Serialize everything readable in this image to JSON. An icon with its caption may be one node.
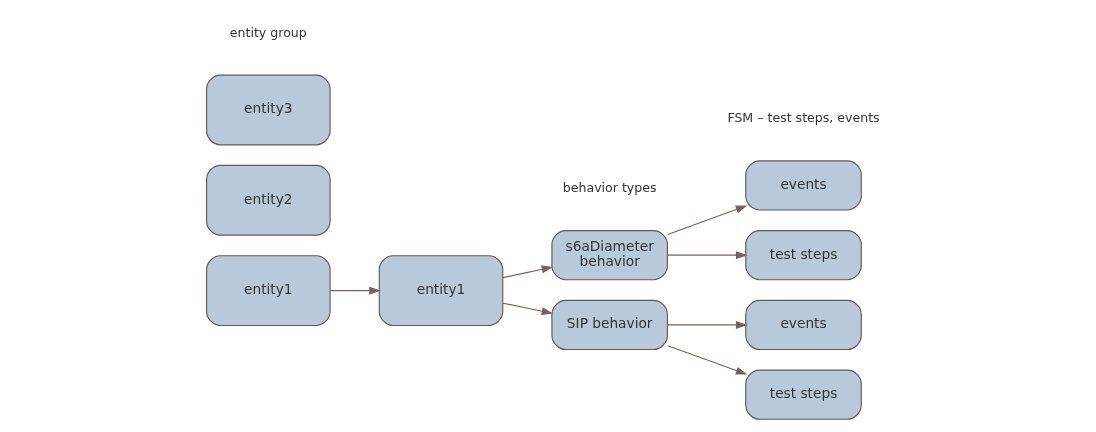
{
  "diagram": {
    "nodes": [
      {
        "text": [
          "entity1"
        ]
      },
      {
        "text": [
          "entity2"
        ]
      },
      {
        "text": [
          "entity3"
        ]
      },
      {
        "text": [
          "entity1"
        ]
      },
      {
        "text": [
          "s6aDiameter behavior"
        ]
      },
      {
        "text": [
          "SIP behavior"
        ]
      },
      {
        "text": [
          "events"
        ]
      },
      {
        "text": [
          "test steps"
        ]
      },
      {
        "text": [
          "events"
        ]
      },
      {
        "text": [
          "test steps"
        ]
      }
    ],
    "edges": [
      {
        "from": 0,
        "to": 3,
        "arrow": "to"
      },
      {
        "from": 3,
        "to": 4,
        "arrow": "to"
      },
      {
        "from": 3,
        "to": 5,
        "arrow": "to"
      },
      {
        "from": 4,
        "to": 6,
        "arrow": "to"
      },
      {
        "from": 4,
        "to": 7,
        "arrow": "to"
      },
      {
        "from": 5,
        "to": 8,
        "arrow": "to"
      },
      {
        "from": 5,
        "to": 9,
        "arrow": "to"
      }
    ],
    "labels": [
      "entity group",
      "behavior types",
      "FSM – test steps, events"
    ]
  }
}
